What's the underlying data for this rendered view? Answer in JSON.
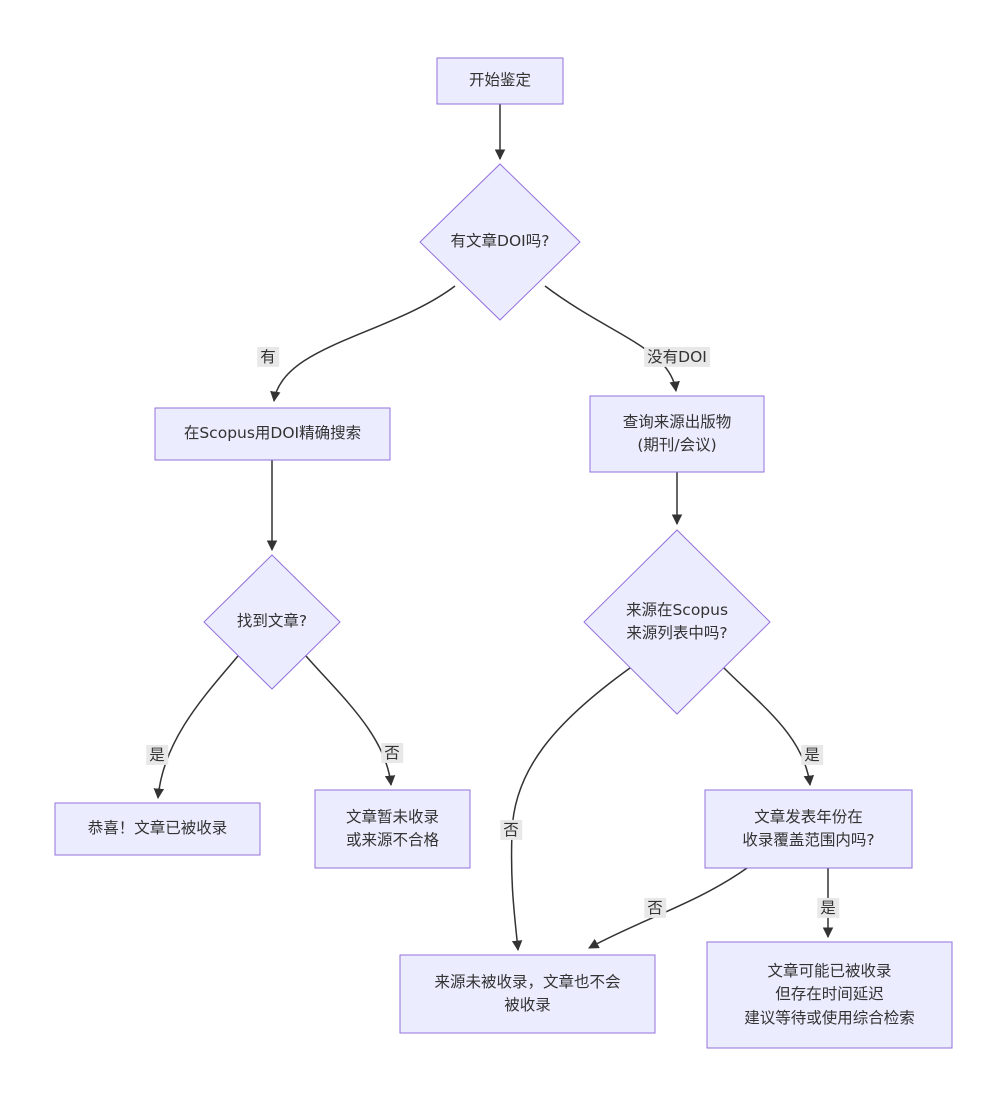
{
  "colors": {
    "background": "#ffffff",
    "node_fill": "#ECECFF",
    "node_border": "#9370DB",
    "edge_color": "#333333",
    "edge_label_bg": "#e8e8e8",
    "text": "#333333"
  },
  "nodes": {
    "start": {
      "label": "开始鉴定"
    },
    "has_doi": {
      "label": "有文章DOI吗?"
    },
    "scopus_doi_search": {
      "label": "在Scopus用DOI精确搜索"
    },
    "query_source": {
      "label": "查询来源出版物\n(期刊/会议)"
    },
    "found_article": {
      "label": "找到文章?"
    },
    "source_in_list": {
      "label": "来源在Scopus\n来源列表中吗?"
    },
    "congrats": {
      "label": "恭喜！文章已被收录"
    },
    "not_indexed": {
      "label": "文章暂未收录\n或来源不合格"
    },
    "year_in_coverage": {
      "label": "文章发表年份在\n收录覆盖范围内吗?"
    },
    "source_not_indexed": {
      "label": "来源未被收录，文章也不会\n被收录"
    },
    "maybe_indexed": {
      "label": "文章可能已被收录\n但存在时间延迟\n建议等待或使用综合检索"
    }
  },
  "edge_labels": {
    "has": {
      "label": "有"
    },
    "no_doi": {
      "label": "没有DOI"
    },
    "found_yes": {
      "label": "是"
    },
    "found_no": {
      "label": "否"
    },
    "inlist_no": {
      "label": "否"
    },
    "inlist_yes": {
      "label": "是"
    },
    "year_no": {
      "label": "否"
    },
    "year_yes": {
      "label": "是"
    }
  }
}
